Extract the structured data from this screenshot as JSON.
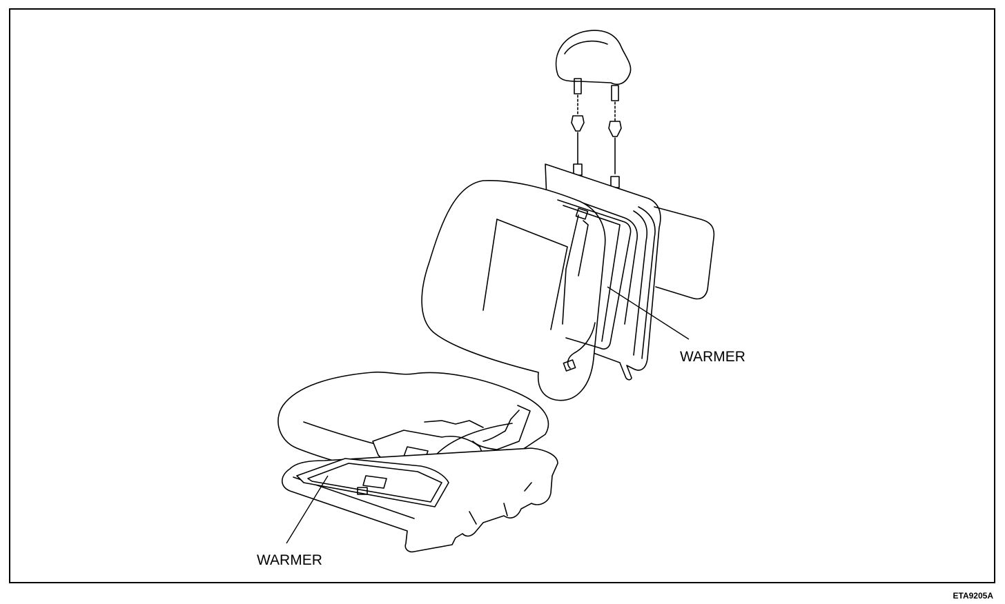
{
  "labels": {
    "back_warmer": "WARMER",
    "cushion_warmer": "WARMER"
  },
  "figure_code": "ETA9205A"
}
